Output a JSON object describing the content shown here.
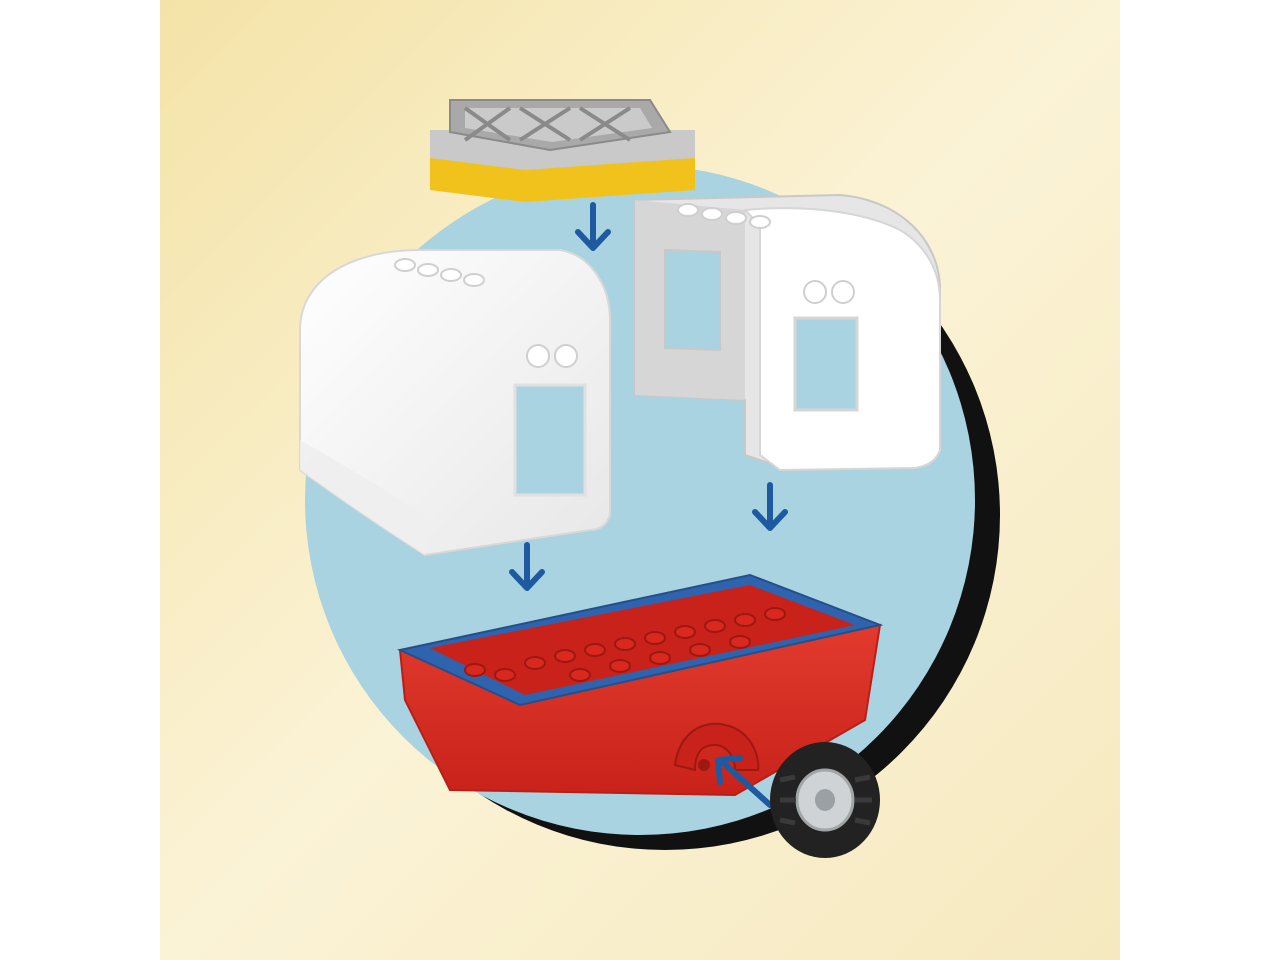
{
  "colors": {
    "background": "#ffffff",
    "cream_light": "#fbf3d6",
    "cream_dark": "#f2e0a8",
    "circle_fill": "#a9d3e0",
    "circle_shadow": "#111111",
    "arrow": "#1e5aa0",
    "roof_white": "#ffffff",
    "wall_gray": "#e6e6e6",
    "grill_gray": "#a9a9a9",
    "plate_yellow": "#f1c21b",
    "base_red": "#d9281d",
    "trim_blue": "#2f63ad",
    "tire_black": "#222222",
    "hub_gray": "#cfd3d6"
  },
  "diagram": {
    "parts": [
      {
        "id": "roof-rack",
        "icon": "roof-rack-brick-icon"
      },
      {
        "id": "left-shell",
        "icon": "camper-shell-left-icon"
      },
      {
        "id": "right-shell",
        "icon": "camper-shell-right-icon"
      },
      {
        "id": "chassis",
        "icon": "camper-chassis-icon"
      },
      {
        "id": "wheel",
        "icon": "wheel-icon"
      }
    ],
    "arrows": [
      {
        "id": "arrow-rack-down",
        "icon": "arrow-down-icon"
      },
      {
        "id": "arrow-left-shell-down",
        "icon": "arrow-down-icon"
      },
      {
        "id": "arrow-right-shell-down",
        "icon": "arrow-down-icon"
      },
      {
        "id": "arrow-wheel-in",
        "icon": "arrow-up-left-icon"
      }
    ]
  }
}
